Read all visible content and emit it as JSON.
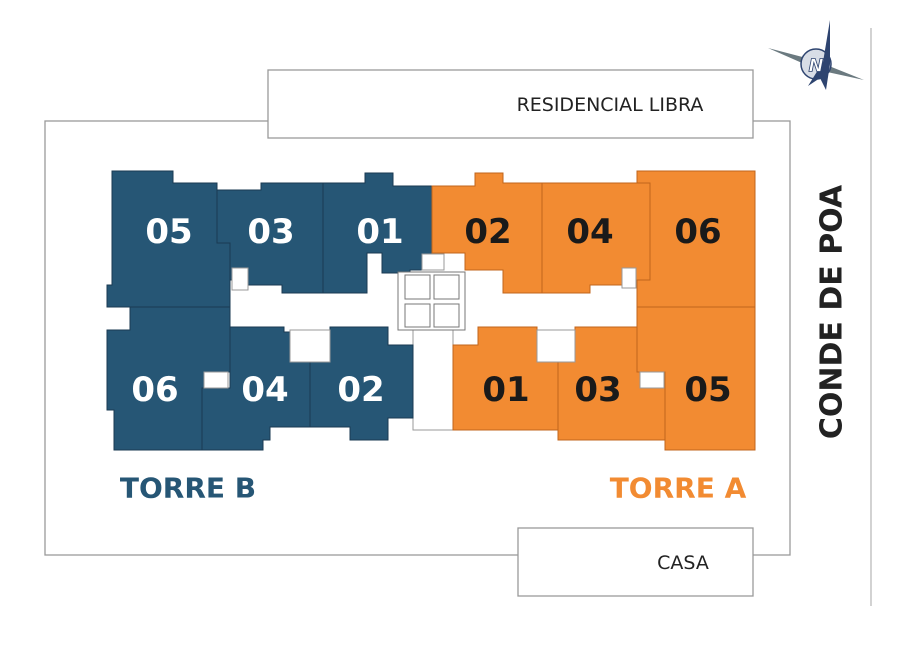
{
  "colors": {
    "torre_b": "#265675",
    "torre_a": "#F28B32",
    "outline": "#9a9a9a",
    "label_b": "#ffffff",
    "label_a": "#1a1a1a"
  },
  "streets": {
    "north": "RESIDENCIAL LIBRA",
    "south": "CASA",
    "east": "CONDE DE POA"
  },
  "compass": {
    "label": "N",
    "icon": "compass-rose-icon"
  },
  "torre_b": {
    "name": "TORRE B",
    "units": [
      "05",
      "03",
      "01",
      "06",
      "04",
      "02"
    ]
  },
  "torre_a": {
    "name": "TORRE A",
    "units": [
      "02",
      "04",
      "06",
      "01",
      "03",
      "05"
    ]
  }
}
